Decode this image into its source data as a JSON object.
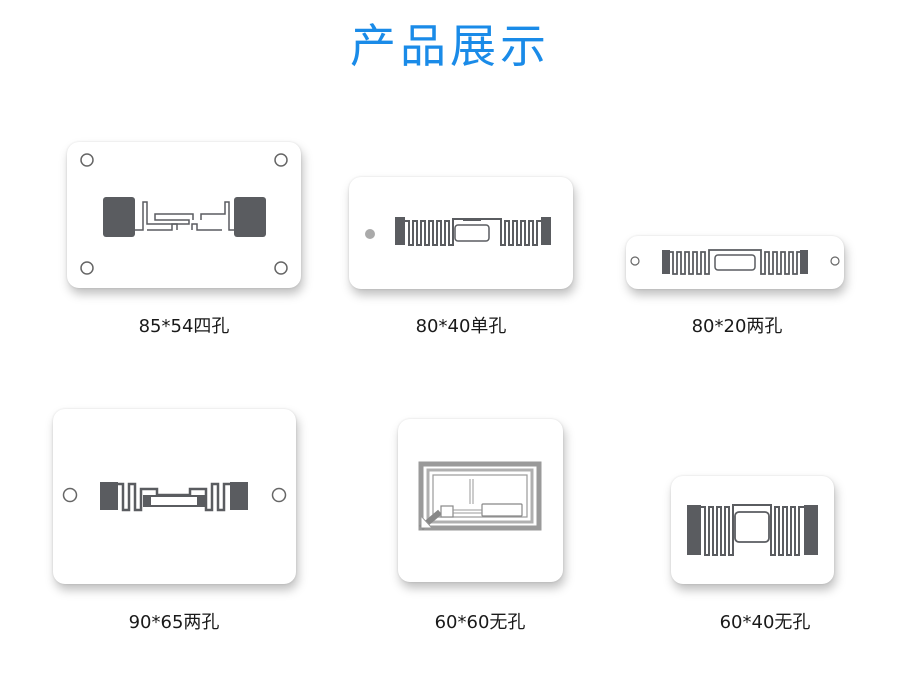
{
  "header": {
    "title": "产品展示"
  },
  "products": [
    {
      "label": "85*54四孔",
      "holes": 4
    },
    {
      "label": "80*40单孔",
      "holes": 1
    },
    {
      "label": "80*20两孔",
      "holes": 2
    },
    {
      "label": "90*65两孔",
      "holes": 2
    },
    {
      "label": "60*60无孔",
      "holes": 0
    },
    {
      "label": "60*40无孔",
      "holes": 0
    }
  ],
  "colors": {
    "title": "#1a8be8",
    "antenna": "#5a5c60"
  }
}
